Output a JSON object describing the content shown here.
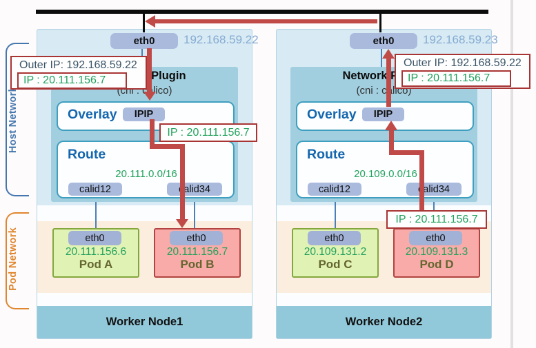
{
  "diagram": {
    "side_labels": {
      "host": "Host Network",
      "pod": "Pod Network"
    }
  },
  "nodes": [
    {
      "title": "Worker Node1",
      "nic": {
        "label": "eth0",
        "ip": "192.168.59.22"
      },
      "plugin": {
        "title": "Network Plugin",
        "subtitle": "(cni : calico)"
      },
      "overlay": {
        "label": "Overlay",
        "tunnel": "IPIP"
      },
      "route": {
        "label": "Route",
        "cidr": "20.111.0.0/16",
        "interfaces": [
          "calid12",
          "calid34"
        ]
      },
      "pods": [
        {
          "name": "Pod A",
          "nic": "eth0",
          "ip": "20.111.156.6",
          "variant": "green"
        },
        {
          "name": "Pod B",
          "nic": "eth0",
          "ip": "20.111.156.7",
          "variant": "red"
        }
      ]
    },
    {
      "title": "Worker Node2",
      "nic": {
        "label": "eth0",
        "ip": "192.168.59.23"
      },
      "plugin": {
        "title": "Network Plugin",
        "subtitle": "(cni : calico)"
      },
      "overlay": {
        "label": "Overlay",
        "tunnel": "IPIP"
      },
      "route": {
        "label": "Route",
        "cidr": "20.109.0.0/16",
        "interfaces": [
          "calid12",
          "calid34"
        ]
      },
      "pods": [
        {
          "name": "Pod C",
          "nic": "eth0",
          "ip": "20.109.131.2",
          "variant": "green"
        },
        {
          "name": "Pod D",
          "nic": "eth0",
          "ip": "20.109.131.3",
          "variant": "red"
        }
      ]
    }
  ],
  "callouts": {
    "node1_encap": {
      "outer": "Outer IP: 192.168.59.22",
      "inner": "IP : 20.111.156.7"
    },
    "node2_encap": {
      "outer": "Outer IP: 192.168.59.22",
      "inner": "IP : 20.111.156.7"
    },
    "node1_ipip": {
      "inner": "IP : 20.111.156.7"
    },
    "node2_pod_d": {
      "inner": "IP : 20.111.156.7"
    }
  },
  "colors": {
    "arrow_red": "#bf4a47",
    "callout_border": "#a93434",
    "ip_green": "#21a15c",
    "accent_blue": "#1467ae",
    "host_label_blue": "#4576ad",
    "pod_label_orange": "#e0862e"
  }
}
